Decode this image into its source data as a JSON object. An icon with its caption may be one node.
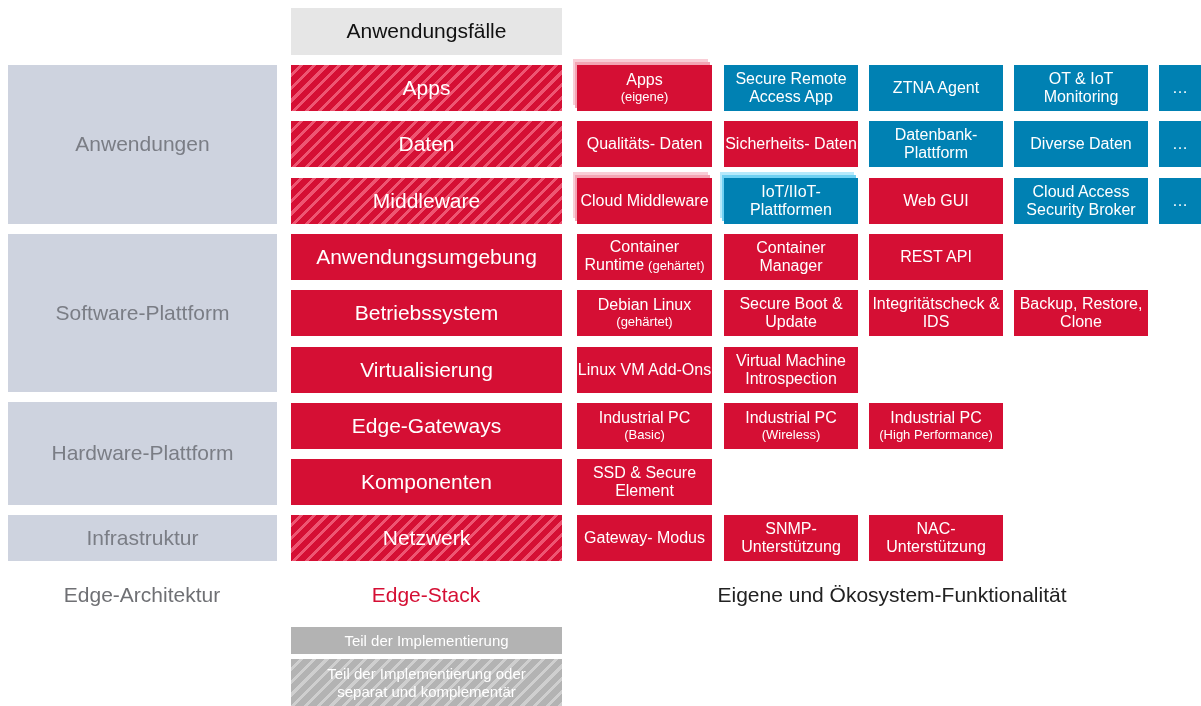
{
  "diagram": {
    "nodes": [
      {
        "text": [
          "Anwendungsfälle"
        ]
      },
      {
        "text": [
          "Anwendungen"
        ]
      },
      {
        "text": [
          "Software-Plattform"
        ]
      },
      {
        "text": [
          "Hardware-Plattform"
        ]
      },
      {
        "text": [
          "Infrastruktur"
        ]
      },
      {
        "text": [
          "Apps"
        ]
      },
      {
        "text": [
          "Daten"
        ]
      },
      {
        "text": [
          "Middleware"
        ]
      },
      {
        "text": [
          "Anwendungsumgebung"
        ]
      },
      {
        "text": [
          "Betriebssystem"
        ]
      },
      {
        "text": [
          "Virtualisierung"
        ]
      },
      {
        "text": [
          "Edge-Gateways"
        ]
      },
      {
        "text": [
          "Komponenten"
        ]
      },
      {
        "text": [
          "Netzwerk"
        ]
      },
      {
        "text": [
          "Apps",
          "(eigene)"
        ]
      },
      {
        "text": [
          "Secure Remote Access App"
        ]
      },
      {
        "text": [
          "ZTNA Agent"
        ]
      },
      {
        "text": [
          "OT & IoT Monitoring"
        ]
      },
      {
        "text": [
          "…"
        ]
      },
      {
        "text": [
          "Qualitäts- Daten"
        ]
      },
      {
        "text": [
          "Sicherheits- Daten"
        ]
      },
      {
        "text": [
          "Datenbank- Plattform"
        ]
      },
      {
        "text": [
          "Diverse Daten"
        ]
      },
      {
        "text": [
          "…"
        ]
      },
      {
        "text": [
          "Cloud Middleware"
        ]
      },
      {
        "text": [
          "IoT/IIoT- Plattformen"
        ]
      },
      {
        "text": [
          "Web GUI"
        ]
      },
      {
        "text": [
          "Cloud Access Security Broker"
        ]
      },
      {
        "text": [
          "…"
        ]
      },
      {
        "text": [
          "Container Runtime",
          "(gehärtet)"
        ]
      },
      {
        "text": [
          "Container Manager"
        ]
      },
      {
        "text": [
          "REST API"
        ]
      },
      {
        "text": [
          "Debian Linux",
          "(gehärtet)"
        ]
      },
      {
        "text": [
          "Secure Boot & Update"
        ]
      },
      {
        "text": [
          "Integritätscheck & IDS"
        ]
      },
      {
        "text": [
          "Backup, Restore, Clone"
        ]
      },
      {
        "text": [
          "Linux VM Add-Ons"
        ]
      },
      {
        "text": [
          "Virtual Machine Introspection"
        ]
      },
      {
        "text": [
          "Industrial PC",
          "(Basic)"
        ]
      },
      {
        "text": [
          "Industrial PC",
          "(Wireless)"
        ]
      },
      {
        "text": [
          "Industrial PC",
          "(High Performance)"
        ]
      },
      {
        "text": [
          "SSD & Secure Element"
        ]
      },
      {
        "text": [
          "Gateway- Modus"
        ]
      },
      {
        "text": [
          "SNMP- Unterstützung"
        ]
      },
      {
        "text": [
          "NAC- Unterstützung"
        ]
      }
    ],
    "labels": [
      "Edge-Architektur",
      "Edge-Stack",
      "Eigene und Ökosystem-Funktionalität"
    ],
    "legend": [
      {
        "text": "Teil der Implementierung",
        "color": "#b3b3b3"
      },
      {
        "text": "Teil der Implementierung oder separat und komplementär"
      }
    ]
  }
}
